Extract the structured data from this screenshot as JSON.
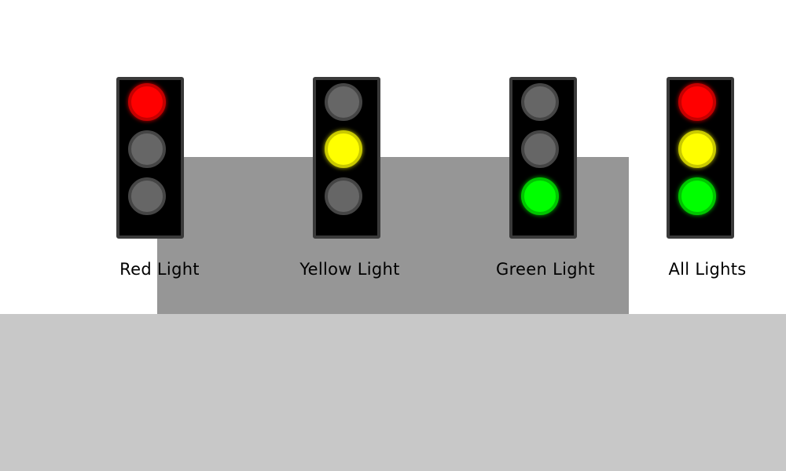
{
  "colors": {
    "background": "#ffffff",
    "ground": "#c8c8c8",
    "backdrop": "#969696",
    "housing": "#000000",
    "lamp_off": "#666666",
    "red": "#ff0000",
    "yellow": "#ffff00",
    "green": "#00ff00"
  },
  "signals": [
    {
      "caption": "Red Light",
      "lamps": [
        "red",
        "off",
        "off"
      ]
    },
    {
      "caption": "Yellow Light",
      "lamps": [
        "off",
        "yellow",
        "off"
      ]
    },
    {
      "caption": "Green Light",
      "lamps": [
        "off",
        "off",
        "green"
      ]
    },
    {
      "caption": "All Lights",
      "lamps": [
        "red",
        "yellow",
        "green"
      ]
    }
  ]
}
